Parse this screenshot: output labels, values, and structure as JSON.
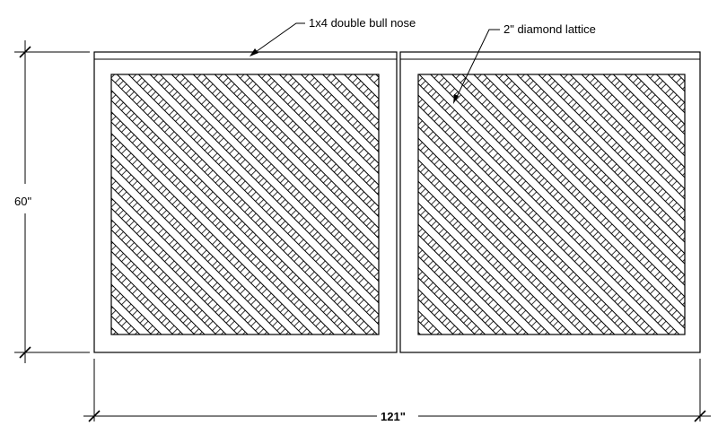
{
  "drawing": {
    "labels": {
      "top_trim": "1x4 double bull nose",
      "lattice": "2\" diamond lattice",
      "height": "60\"",
      "width": "121\""
    }
  }
}
